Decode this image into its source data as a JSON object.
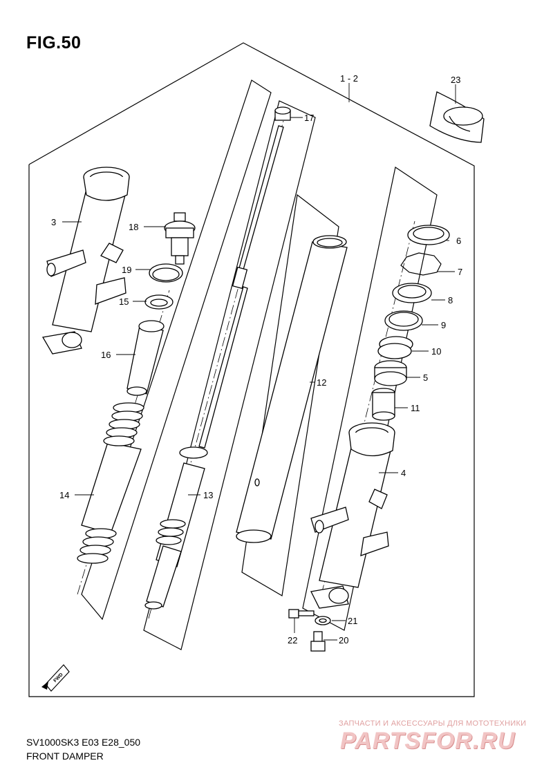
{
  "figure_title": "FIG.50",
  "model_code": "SV1000SK3 E03 E28_050",
  "caption": "FRONT DAMPER",
  "fwd_mark": "FWD",
  "watermark": {
    "tagline": "ЗАПЧАСТИ И АКСЕССУАРЫ ДЛЯ МОТОТЕХНИКИ",
    "logo_text": "PARTSFOR.RU"
  },
  "callouts": {
    "c1_2": "1 - 2",
    "c3": "3",
    "c4": "4",
    "c5": "5",
    "c6": "6",
    "c7": "7",
    "c8": "8",
    "c9": "9",
    "c10": "10",
    "c11": "11",
    "c12": "12",
    "c13": "13",
    "c14": "14",
    "c15": "15",
    "c16": "16",
    "c17": "17",
    "c18": "18",
    "c19": "19",
    "c20": "20",
    "c21": "21",
    "c22": "22",
    "c23": "23"
  }
}
